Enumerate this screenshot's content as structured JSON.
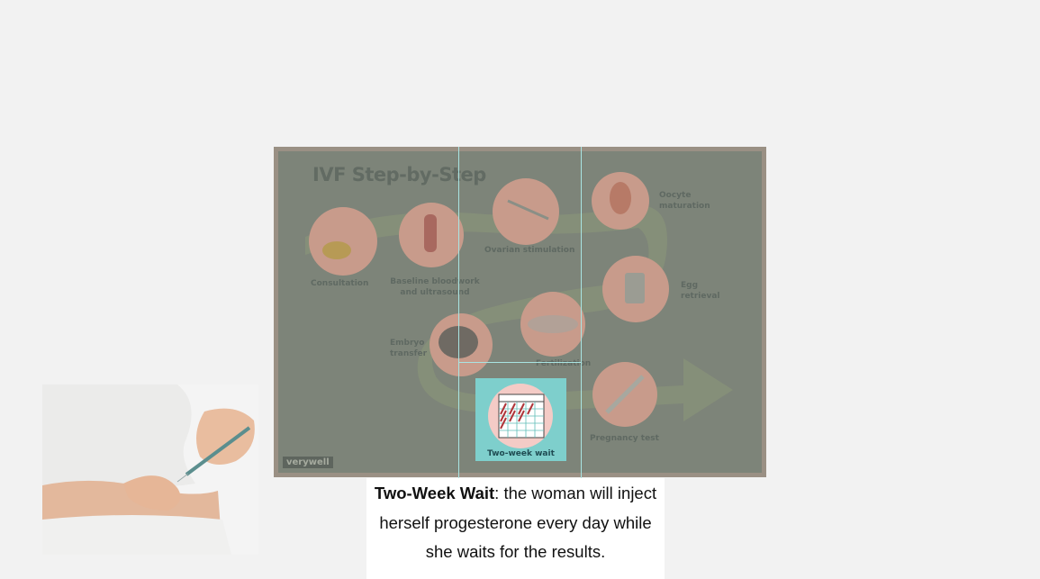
{
  "infographic": {
    "title": "IVF Step-by-Step",
    "brand": "verywell",
    "steps": [
      "Consultation",
      "Baseline bloodwork and ultrasound",
      "Ovarian stimulation",
      "Oocyte maturation",
      "Egg retrieval",
      "Fertilization",
      "Embryo transfer",
      "Two-week wait",
      "Pregnancy test"
    ],
    "highlighted_step": "Two-week wait"
  },
  "caption": {
    "term": "Two-Week Wait",
    "text": ": the woman will inject herself progesterone every day while she waits for the results."
  },
  "colors": {
    "background": "#f2f2f2",
    "overlay": "#7d8479",
    "highlight": "#7ecfcc",
    "circle": "#f2c8c3"
  },
  "icons": {
    "photo": "woman-injecting-abdomen-photo",
    "highlight": "calendar-icon"
  }
}
